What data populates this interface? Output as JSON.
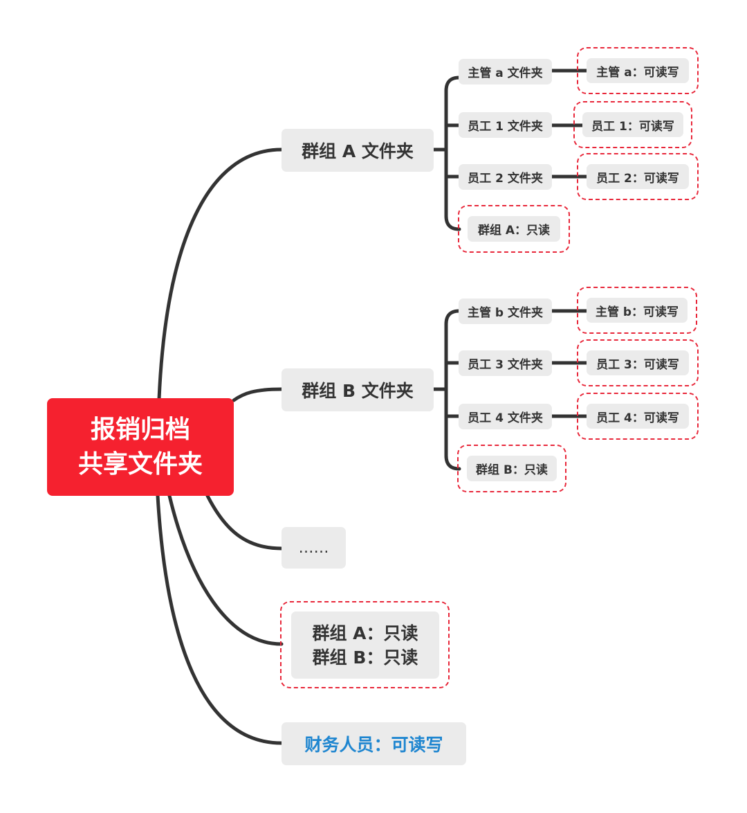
{
  "colors": {
    "root_fill": "#f5212f",
    "node_fill": "#ebebeb",
    "link": "#333333",
    "dash_border": "#e8273a",
    "finance_text": "#1f86d0"
  },
  "diagram": {
    "root": {
      "line1": "报销归档",
      "line2": "共享文件夹"
    },
    "group_a": {
      "label": "群组 A 文件夹",
      "children": [
        {
          "label": "主管 a 文件夹",
          "perm": "主管 a：可读写"
        },
        {
          "label": "员工 1 文件夹",
          "perm": "员工 1：可读写"
        },
        {
          "label": "员工 2 文件夹",
          "perm": "员工 2：可读写"
        }
      ],
      "group_perm": "群组 A：只读"
    },
    "group_b": {
      "label": "群组 B 文件夹",
      "children": [
        {
          "label": "主管 b 文件夹",
          "perm": "主管 b：可读写"
        },
        {
          "label": "员工 3 文件夹",
          "perm": "员工 3：可读写"
        },
        {
          "label": "员工 4 文件夹",
          "perm": "员工 4：可读写"
        }
      ],
      "group_perm": "群组 B：只读"
    },
    "ellipsis": "……",
    "root_perm": {
      "line1": "群组 A：只读",
      "line2": "群组 B：只读"
    },
    "finance": "财务人员：可读写"
  }
}
